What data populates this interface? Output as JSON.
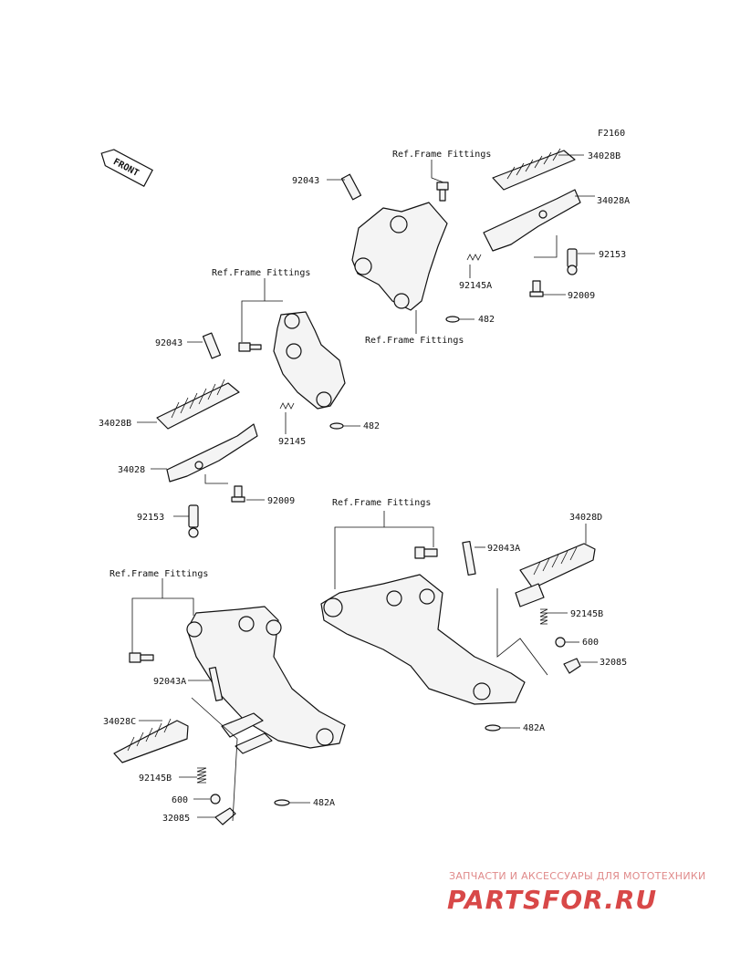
{
  "diagram": {
    "figure_code": "F2160",
    "front_arrow": "FRONT",
    "labels": {
      "ref_frame_1": "Ref.Frame Fittings",
      "ref_frame_2": "Ref.Frame Fittings",
      "ref_frame_3": "Ref.Frame Fittings",
      "ref_frame_4": "Ref.Frame Fittings",
      "ref_frame_5": "Ref.Frame Fittings",
      "p_92043_top": "92043",
      "p_34028B_top": "34028B",
      "p_34028A": "34028A",
      "p_92153_right": "92153",
      "p_92145A": "92145A",
      "p_92009_right": "92009",
      "p_482_top": "482",
      "p_92043_left": "92043",
      "p_34028B_left": "34028B",
      "p_34028": "34028",
      "p_92145": "92145",
      "p_482_mid": "482",
      "p_92009_left": "92009",
      "p_92153_left": "92153",
      "p_34028D": "34028D",
      "p_92043A_right": "92043A",
      "p_92145B_right": "92145B",
      "p_600_right": "600",
      "p_32085_right": "32085",
      "p_482A_right": "482A",
      "p_92043A_left": "92043A",
      "p_34028C": "34028C",
      "p_92145B_left": "92145B",
      "p_600_left": "600",
      "p_32085_left": "32085",
      "p_482A_left": "482A"
    }
  },
  "watermark": {
    "tagline": "ЗАПЧАСТИ И АКСЕССУАРЫ ДЛЯ МОТОТЕХНИКИ",
    "brand": "PARTSFOR.RU"
  }
}
